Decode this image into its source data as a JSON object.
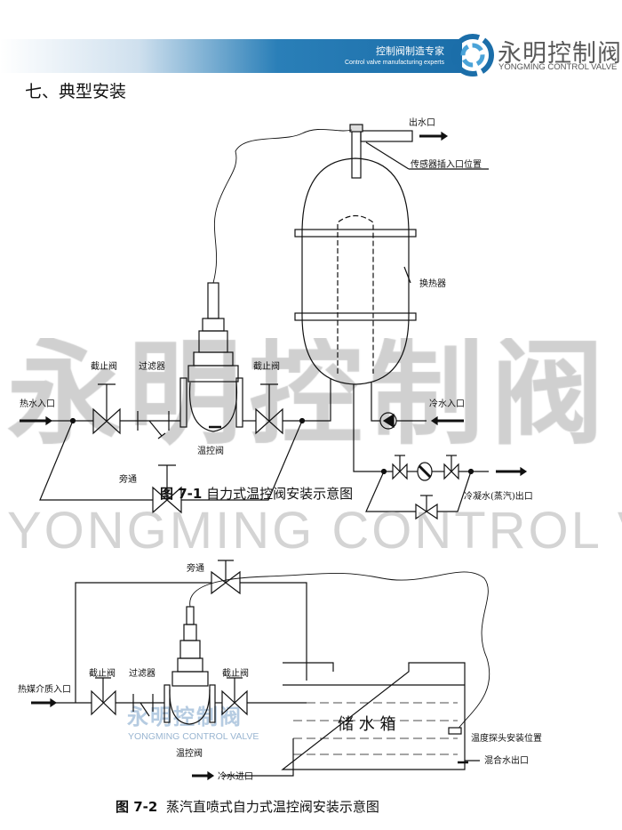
{
  "header": {
    "slogan_cn": "控制阀制造专家",
    "slogan_en": "Control valve manufacturing experts",
    "brand_cn": "永明控制阀",
    "brand_en": "YONGMING CONTROL VALVE",
    "accent": "#1b6ea9"
  },
  "section_title": "七、典型安装",
  "figure1": {
    "labels": {
      "outlet": "出水口",
      "sensor_port": "传感器插入口位置",
      "heat_exchanger": "换热器",
      "shutoff_left": "截止阀",
      "filter": "过滤器",
      "shutoff_right": "截止阀",
      "hot_inlet": "热水入口",
      "control_valve": "温控阀",
      "bypass": "旁通",
      "cold_inlet": "冷水入口",
      "condensate_outlet": "冷凝水(蒸汽)出口"
    },
    "caption_num": "图 7-1",
    "caption_text": "自力式温控阀安装示意图"
  },
  "watermark": {
    "cn": "永明控制阀",
    "en": "YONGMING CONTROL VALVE"
  },
  "figure2": {
    "labels": {
      "bypass": "旁通",
      "shutoff_left": "截止阀",
      "filter": "过滤器",
      "shutoff_right": "截止阀",
      "medium_inlet": "热媒介质入口",
      "tank": "储 水 箱",
      "probe_position": "温度探头安装位置",
      "mixed_outlet": "混合水出口",
      "cold_inlet": "冷水进口",
      "control_valve": "温控阀"
    },
    "caption_num": "图 7-2",
    "caption_text": "蒸汽直喷式自力式温控阀安装示意图"
  }
}
